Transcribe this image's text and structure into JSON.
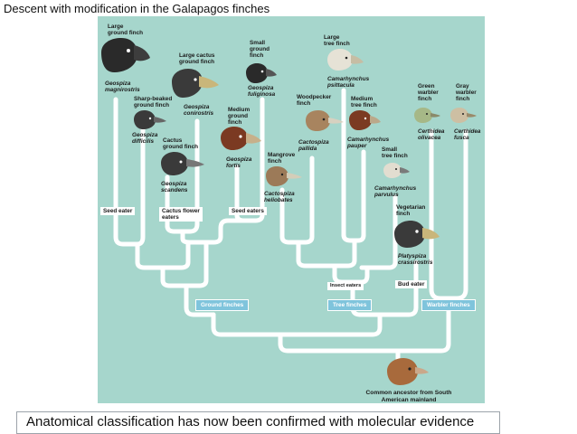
{
  "title": "Descent with modification in the Galapagos finches",
  "species": [
    {
      "common": "Large\nground finch",
      "scientific": "Geospiza\nmagnirostris",
      "color": "#2a2a2a"
    },
    {
      "common": "Sharp-beaked\nground finch",
      "scientific": "Geospiza\ndifficilis",
      "color": "#3a3a3a"
    },
    {
      "common": "Cactus\nground finch",
      "scientific": "Geospiza\nscandens",
      "color": "#3a3a3a"
    },
    {
      "common": "Large cactus\nground finch",
      "scientific": "Geospiza\nconirostris",
      "color": "#3a3a3a"
    },
    {
      "common": "Small\nground\nfinch",
      "scientific": "Geospiza\nfuliginosa",
      "color": "#2a2a2a"
    },
    {
      "common": "Medium\nground\nfinch",
      "scientific": "Geospiza\nfortis",
      "color": "#7b3a22"
    },
    {
      "common": "Mangrove\nfinch",
      "scientific": "Cactospiza\nheliobates",
      "color": "#9c7a58"
    },
    {
      "common": "Woodpecker\nfinch",
      "scientific": "Cactospiza\npallida",
      "color": "#a8845f"
    },
    {
      "common": "Large\ntree finch",
      "scientific": "Camarhynchus\npsittacula",
      "color": "#d9d4c4"
    },
    {
      "common": "Medium\ntree finch",
      "scientific": "Camarhynchus\npauper",
      "color": "#7b3a22"
    },
    {
      "common": "Small\ntree finch",
      "scientific": "Camarhynchus\nparvulus",
      "color": "#d2ccbc"
    },
    {
      "common": "Vegetarian\nfinch",
      "scientific": "Platyspiza\ncrassirostris",
      "color": "#3a3a3a"
    },
    {
      "common": "Green\nwarbler\nfinch",
      "scientific": "Certhidea\nolivacea",
      "color": "#9fb07a"
    },
    {
      "common": "Gray\nwarbler\nfinch",
      "scientific": "Certhidea\nfusca",
      "color": "#c8b89a"
    }
  ],
  "diet_labels": {
    "seed_eater": "Seed eater",
    "cactus_flower_eaters": "Cactus flower\neaters",
    "seed_eaters": "Seed eaters",
    "insect_eaters": "Insect eaters",
    "bud_eater": "Bud eater"
  },
  "groups": {
    "ground": "Ground finches",
    "tree": "Tree finches",
    "warbler": "Warbler finches"
  },
  "ancestor": {
    "label": "Common ancestor from\nSouth American mainland",
    "color": "#a86a3c"
  },
  "colors": {
    "panel_bg": "#a6d6cc",
    "branch": "#ffffff",
    "group_box": "#7fc4dc"
  },
  "bottom_text": "Anatomical classification has now been confirmed with molecular evidence"
}
